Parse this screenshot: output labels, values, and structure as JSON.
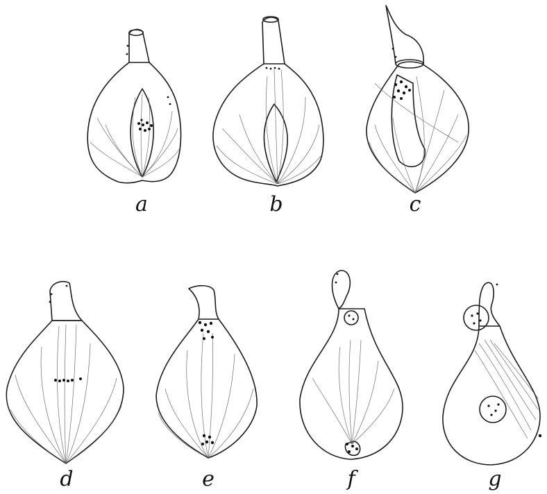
{
  "figure": {
    "panels": [
      {
        "id": "a",
        "label": "a"
      },
      {
        "id": "b",
        "label": "b"
      },
      {
        "id": "c",
        "label": "c"
      },
      {
        "id": "d",
        "label": "d"
      },
      {
        "id": "e",
        "label": "e"
      },
      {
        "id": "f",
        "label": "f"
      },
      {
        "id": "g",
        "label": "g"
      }
    ]
  }
}
